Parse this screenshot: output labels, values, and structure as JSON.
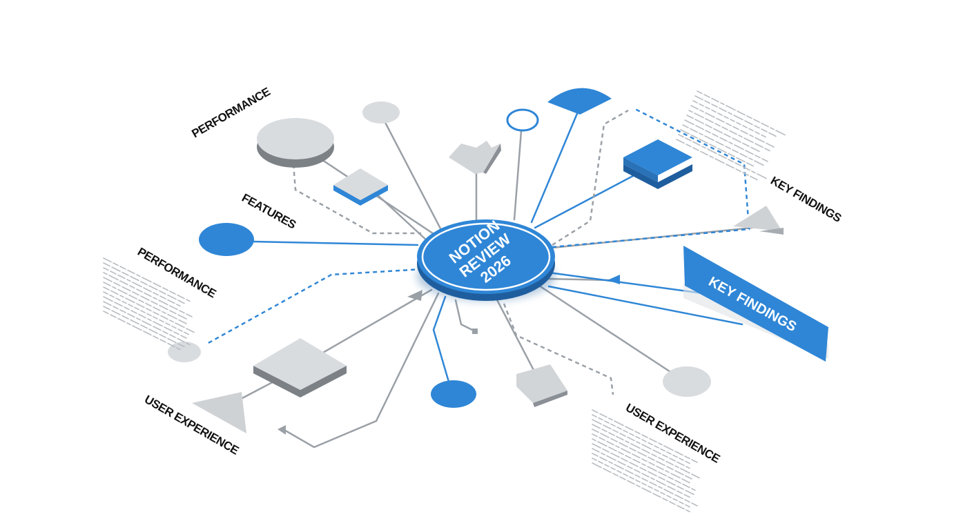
{
  "hub": {
    "line1": "NOTION",
    "line2": "REVIEW",
    "line3": "2026"
  },
  "labels": {
    "performance_top": "PERFORMANCE",
    "features": "FEATURES",
    "performance_left": "PERFORMANCE",
    "user_experience_left": "USER EXPERIENCE",
    "key_findings_right": "KEY FINDINGS",
    "key_findings_banner": "KEY FINDINGS",
    "user_experience_right": "USER EXPERIENCE"
  },
  "colors": {
    "blue": "#2f86d6",
    "blue_dark": "#1f5e9e",
    "gray_fill": "#d9dcdf",
    "gray_side": "#7c8186",
    "line_gray": "#9aa0a6",
    "text": "#111111"
  }
}
